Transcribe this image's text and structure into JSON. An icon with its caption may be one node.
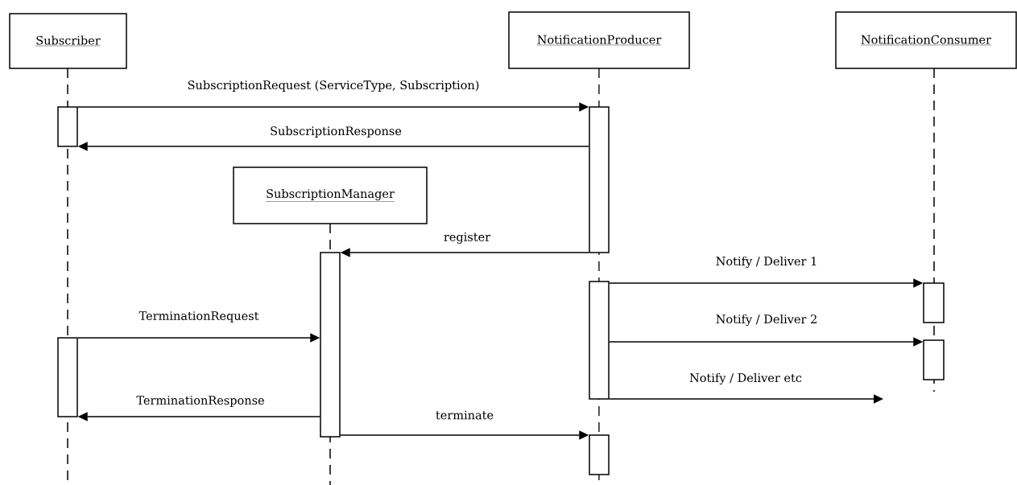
{
  "diagram": {
    "nodes": [
      {
        "text": [
          "Subscriber"
        ]
      },
      {
        "text": [
          "NotificationProducer"
        ]
      },
      {
        "text": [
          "NotificationConsumer"
        ]
      },
      {
        "text": [
          "SubscriptionManager"
        ]
      },
      {
        "text": [],
        "shape": "bar"
      },
      {
        "text": [],
        "shape": "bar"
      },
      {
        "text": [],
        "shape": "bar"
      },
      {
        "text": [],
        "shape": "bar"
      },
      {
        "text": [],
        "shape": "bar"
      },
      {
        "text": [],
        "shape": "bar"
      },
      {
        "text": [],
        "shape": "bar"
      },
      {
        "text": [],
        "shape": "bar"
      }
    ],
    "edges": [
      {
        "from": 4,
        "to": 5,
        "arrow": "to",
        "label": "SubscriptionRequest (ServiceType, Subscription)"
      },
      {
        "from": 5,
        "to": 4,
        "arrow": "to",
        "label": "SubscriptionResponse"
      },
      {
        "from": 5,
        "to": 6,
        "arrow": "to",
        "label": "register"
      },
      {
        "from": 7,
        "to": 8,
        "arrow": "to",
        "label": "Notify / Deliver 1"
      },
      {
        "from": 9,
        "to": 6,
        "arrow": "to",
        "label": "TerminationRequest"
      },
      {
        "from": 7,
        "to": 10,
        "arrow": "to",
        "label": "Notify / Deliver 2"
      },
      {
        "from": 7,
        "to": null,
        "arrow": "to",
        "label": "Notify / Deliver etc"
      },
      {
        "from": 6,
        "to": 9,
        "arrow": "to",
        "label": "TerminationResponse"
      },
      {
        "from": 6,
        "to": 11,
        "arrow": "to",
        "label": "terminate"
      }
    ]
  }
}
